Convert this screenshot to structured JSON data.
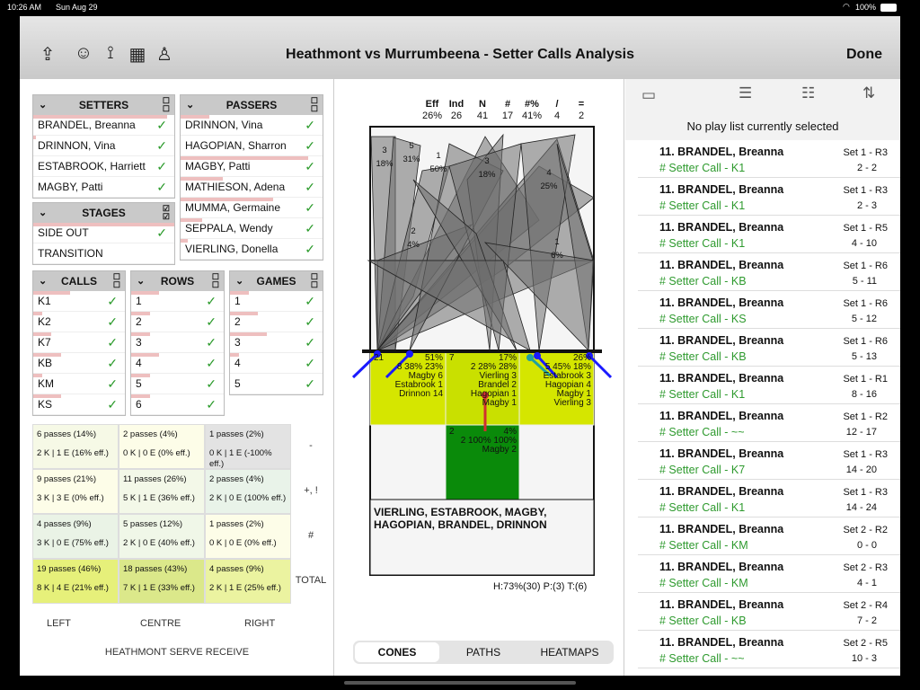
{
  "status": {
    "time": "10:26 AM",
    "date": "Sun Aug 29",
    "battery": "100%"
  },
  "header": {
    "title": "Heathmont vs Murrumbeena - Setter Calls Analysis",
    "done": "Done",
    "icons": [
      "share-icon",
      "people-hands-icon",
      "branch-arrows-icon",
      "grid-chart-icon",
      "person-info-icon"
    ]
  },
  "setters": {
    "title": "SETTERS",
    "items": [
      {
        "label": "BRANDEL, Breanna",
        "checked": true,
        "bar": 0.95
      },
      {
        "label": "DRINNON, Vina",
        "checked": true,
        "bar": 0.02
      },
      {
        "label": "ESTABROOK, Harriett",
        "checked": true,
        "bar": 0
      },
      {
        "label": "MAGBY, Patti",
        "checked": true,
        "bar": 0
      }
    ]
  },
  "passers": {
    "title": "PASSERS",
    "items": [
      {
        "label": "DRINNON, Vina",
        "checked": true,
        "bar": 0.2
      },
      {
        "label": "HAGOPIAN, Sharron",
        "checked": true,
        "bar": 0
      },
      {
        "label": "MAGBY, Patti",
        "checked": true,
        "bar": 0.9
      },
      {
        "label": "MATHIESON, Adena",
        "checked": true,
        "bar": 0.3
      },
      {
        "label": "MUMMA, Germaine",
        "checked": true,
        "bar": 0.65
      },
      {
        "label": "SEPPALA, Wendy",
        "checked": true,
        "bar": 0.15
      },
      {
        "label": "VIERLING, Donella",
        "checked": true,
        "bar": 0.05
      }
    ]
  },
  "stages": {
    "title": "STAGES",
    "items": [
      {
        "label": "SIDE OUT",
        "checked": true,
        "bar": 1.0
      },
      {
        "label": "TRANSITION",
        "checked": false,
        "bar": 0
      }
    ]
  },
  "calls": {
    "title": "CALLS",
    "items": [
      {
        "label": "K1",
        "checked": true,
        "bar": 0.4
      },
      {
        "label": "K2",
        "checked": true,
        "bar": 0.1
      },
      {
        "label": "K7",
        "checked": true,
        "bar": 0.2
      },
      {
        "label": "KB",
        "checked": true,
        "bar": 0.3
      },
      {
        "label": "KM",
        "checked": true,
        "bar": 0.1
      },
      {
        "label": "KS",
        "checked": true,
        "bar": 0.3
      }
    ]
  },
  "rows": {
    "title": "ROWS",
    "items": [
      {
        "label": "1",
        "checked": true,
        "bar": 0.3
      },
      {
        "label": "2",
        "checked": true,
        "bar": 0.2
      },
      {
        "label": "3",
        "checked": true,
        "bar": 0.2
      },
      {
        "label": "4",
        "checked": true,
        "bar": 0.3
      },
      {
        "label": "5",
        "checked": true,
        "bar": 0.2
      },
      {
        "label": "6",
        "checked": true,
        "bar": 0.2
      }
    ]
  },
  "games": {
    "title": "GAMES",
    "items": [
      {
        "label": "1",
        "checked": true,
        "bar": 0.2
      },
      {
        "label": "2",
        "checked": true,
        "bar": 0.3
      },
      {
        "label": "3",
        "checked": true,
        "bar": 0.4
      },
      {
        "label": "4",
        "checked": true,
        "bar": 0.1
      },
      {
        "label": "5",
        "checked": true,
        "bar": 0.0
      }
    ]
  },
  "grid": {
    "rows": [
      {
        "label": "-",
        "cells": [
          {
            "a": "6 passes (14%)",
            "b": "2 K | 1 E (16% eff.)",
            "color": "#f6f9e6"
          },
          {
            "a": "2 passes (4%)",
            "b": "0 K | 0 E (0% eff.)",
            "color": "#fdfde8"
          },
          {
            "a": "1 passes (2%)",
            "b": "0 K | 1 E (-100% eff.)",
            "color": "#e3e3e3"
          }
        ]
      },
      {
        "label": "+, !",
        "cells": [
          {
            "a": "9 passes (21%)",
            "b": "3 K | 3 E (0% eff.)",
            "color": "#fdfde8"
          },
          {
            "a": "11 passes (26%)",
            "b": "5 K | 1 E (36% eff.)",
            "color": "#f3f8e8"
          },
          {
            "a": "2 passes (4%)",
            "b": "2 K | 0 E (100% eff.)",
            "color": "#e9f3e9"
          }
        ]
      },
      {
        "label": "#",
        "cells": [
          {
            "a": "4 passes (9%)",
            "b": "3 K | 0 E (75% eff.)",
            "color": "#eaf3e6"
          },
          {
            "a": "5 passes (12%)",
            "b": "2 K | 0 E (40% eff.)",
            "color": "#f0f7e8"
          },
          {
            "a": "1 passes (2%)",
            "b": "0 K | 0 E (0% eff.)",
            "color": "#fdfde8"
          }
        ]
      },
      {
        "label": "TOTAL",
        "cells": [
          {
            "a": "19 passes (46%)",
            "b": "8 K | 4 E (21% eff.)",
            "color": "#e6f07a"
          },
          {
            "a": "18 passes (43%)",
            "b": "7 K | 1 E (33% eff.)",
            "color": "#dbe88a"
          },
          {
            "a": "4 passes (9%)",
            "b": "2 K | 1 E (25% eff.)",
            "color": "#ebf3a0"
          }
        ]
      }
    ],
    "cols": [
      "LEFT",
      "CENTRE",
      "RIGHT"
    ],
    "caption": "HEATHMONT SERVE RECEIVE"
  },
  "stats": {
    "headers": [
      "Eff",
      "Ind",
      "N",
      "#",
      "#%",
      "/",
      "="
    ],
    "values": [
      "26%",
      "26",
      "41",
      "17",
      "41%",
      "4",
      "2"
    ]
  },
  "court": {
    "cone_labels": [
      {
        "n": "3",
        "p": "18%"
      },
      {
        "n": "5",
        "p": "31%"
      },
      {
        "n": "1",
        "p": "50%"
      },
      {
        "n": "3",
        "p": "18%"
      },
      {
        "n": "4",
        "p": "25%"
      },
      {
        "n": "2",
        "p": "4%"
      },
      {
        "n": "1",
        "p": "6%"
      }
    ],
    "zones": [
      {
        "num": "21",
        "lines": [
          "51%",
          "8 38% 23%",
          "Magby 6",
          "Estabrook 1",
          "Drinnon 14"
        ],
        "color": "#d5e600"
      },
      {
        "num": "7",
        "lines": [
          "17%",
          "2 28% 28%",
          "Vierling 3",
          "Brandel 2",
          "Hagopian 1",
          "Magby 1"
        ],
        "color": "#c9e000"
      },
      {
        "num": "",
        "lines": [
          "26%",
          "5 45% 18%",
          "Estabrook 3",
          "Hagopian 4",
          "Magby 1",
          "Vierling 3"
        ],
        "color": "#d5e600"
      },
      {
        "num": "2",
        "lines": [
          "4%",
          "2 100% 100%",
          "Magby 2"
        ],
        "color": "#0a8a0a"
      }
    ],
    "players": "VIERLING, ESTABROOK, MAGBY, HAGOPIAN, BRANDEL, DRINNON",
    "footer": "H:73%(30) P:(3) T:(6)"
  },
  "tabs": [
    {
      "label": "CONES",
      "active": true
    },
    {
      "label": "PATHS",
      "active": false
    },
    {
      "label": "HEATMAPS",
      "active": false
    }
  ],
  "playlist": {
    "status": "No play list currently selected",
    "icons": [
      "monitor-icon",
      "playlist-add-icon",
      "list-icon",
      "sort-icon"
    ],
    "items": [
      {
        "name": "11. BRANDEL, Breanna",
        "set": "Set 1 - R3",
        "call": "# Setter Call - K1",
        "score": "2 - 2"
      },
      {
        "name": "11. BRANDEL, Breanna",
        "set": "Set 1 - R3",
        "call": "# Setter Call - K1",
        "score": "2 - 3"
      },
      {
        "name": "11. BRANDEL, Breanna",
        "set": "Set 1 - R5",
        "call": "# Setter Call - K1",
        "score": "4 - 10"
      },
      {
        "name": "11. BRANDEL, Breanna",
        "set": "Set 1 - R6",
        "call": "# Setter Call - KB",
        "score": "5 - 11"
      },
      {
        "name": "11. BRANDEL, Breanna",
        "set": "Set 1 - R6",
        "call": "# Setter Call - KS",
        "score": "5 - 12"
      },
      {
        "name": "11. BRANDEL, Breanna",
        "set": "Set 1 - R6",
        "call": "# Setter Call - KB",
        "score": "5 - 13"
      },
      {
        "name": "11. BRANDEL, Breanna",
        "set": "Set 1 - R1",
        "call": "# Setter Call - K1",
        "score": "8 - 16"
      },
      {
        "name": "11. BRANDEL, Breanna",
        "set": "Set 1 - R2",
        "call": "# Setter Call - ~~",
        "score": "12 - 17"
      },
      {
        "name": "11. BRANDEL, Breanna",
        "set": "Set 1 - R3",
        "call": "# Setter Call - K7",
        "score": "14 - 20"
      },
      {
        "name": "11. BRANDEL, Breanna",
        "set": "Set 1 - R3",
        "call": "# Setter Call - K1",
        "score": "14 - 24"
      },
      {
        "name": "11. BRANDEL, Breanna",
        "set": "Set 2 - R2",
        "call": "# Setter Call - KM",
        "score": "0 - 0"
      },
      {
        "name": "11. BRANDEL, Breanna",
        "set": "Set 2 - R3",
        "call": "# Setter Call - KM",
        "score": "4 - 1"
      },
      {
        "name": "11. BRANDEL, Breanna",
        "set": "Set 2 - R4",
        "call": "# Setter Call - KB",
        "score": "7 - 2"
      },
      {
        "name": "11. BRANDEL, Breanna",
        "set": "Set 2 - R5",
        "call": "# Setter Call - ~~",
        "score": "10 - 3"
      }
    ]
  }
}
